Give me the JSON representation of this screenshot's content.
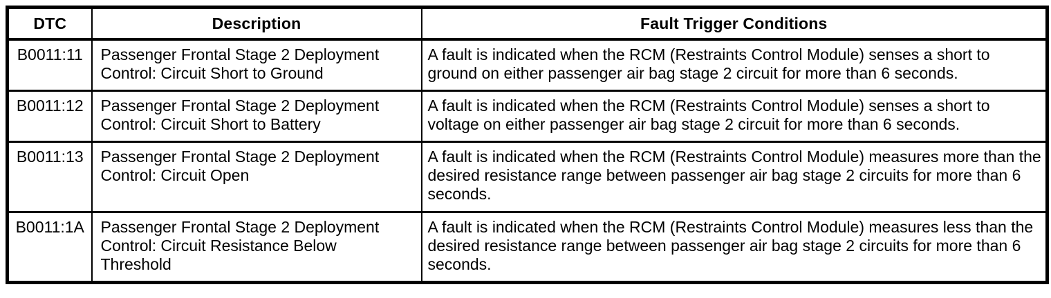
{
  "table": {
    "headers": {
      "dtc": "DTC",
      "description": "Description",
      "fault": "Fault Trigger Conditions"
    },
    "rows": [
      {
        "dtc": "B0011:11",
        "description": "Passenger Frontal Stage 2 Deployment Control: Circuit Short to Ground",
        "fault": "A fault is indicated when the RCM (Restraints Control Module) senses a short to ground on either passenger air bag stage 2 circuit for more than 6 seconds."
      },
      {
        "dtc": "B0011:12",
        "description": "Passenger Frontal Stage 2 Deployment Control: Circuit Short to Battery",
        "fault": "A fault is indicated when the RCM (Restraints Control Module) senses a short to voltage on either passenger air bag stage 2 circuit for more than 6 seconds."
      },
      {
        "dtc": "B0011:13",
        "description": "Passenger Frontal Stage 2 Deployment Control: Circuit Open",
        "fault": "A fault is indicated when the RCM (Restraints Control Module) measures more than the desired resistance range between passenger air bag stage 2 circuits for more than 6 seconds."
      },
      {
        "dtc": "B0011:1A",
        "description": "Passenger Frontal Stage 2 Deployment Control: Circuit Resistance Below Threshold",
        "fault": "A fault is indicated when the RCM (Restraints Control Module) measures less than the desired resistance range between passenger air bag stage 2 circuits for more than 6 seconds."
      }
    ],
    "colors": {
      "border": "#000000",
      "text": "#000000",
      "background": "#ffffff"
    }
  }
}
